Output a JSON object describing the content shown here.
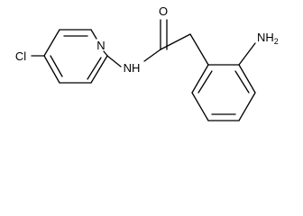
{
  "molecule": {
    "atoms": {
      "oxygen": "O",
      "amide_nitrogen": "NH",
      "pyridine_nitrogen": "N",
      "chlorine": "Cl",
      "amine": "NH",
      "amine_subscript": "2"
    }
  }
}
